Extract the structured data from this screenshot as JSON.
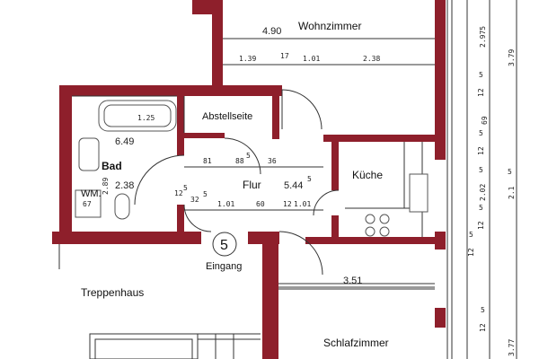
{
  "colors": {
    "wall": "#8e1f2b",
    "line": "#333333",
    "background": "#ffffff"
  },
  "rooms": {
    "wohnzimmer": "Wohnzimmer",
    "abstellseite": "Abstellseite",
    "bad": "Bad",
    "wm": "WM.",
    "flur": "Flur",
    "kueche": "Küche",
    "eingang": "Eingang",
    "eingang_number": "5",
    "treppenhaus": "Treppenhaus",
    "schlafzimmer": "Schlafzimmer"
  },
  "dimensions": {
    "wohn_width": "4.90",
    "wohn_seg1": "1.39",
    "wohn_seg2": "17",
    "wohn_seg3": "1.01",
    "wohn_seg4": "2.38",
    "bad_area": "6.49",
    "bad_length": "2.89",
    "bad_width": "2.38",
    "bad_seg1": "1.25",
    "wm_seg": "67",
    "flur_area": "5.44",
    "flur_sup": "5",
    "flur_seg1": "81",
    "flur_seg2": "88",
    "flur_seg2_sup": "5",
    "flur_seg3": "36",
    "flur_left": "12",
    "flur_left_sup": "5",
    "flur_32": "32",
    "flur_32_sup": "5",
    "flur_bottom1": "1.01",
    "flur_bottom2": "60",
    "flur_bottom3": "12",
    "flur_bottom4": "1.01",
    "schlaf_width": "3.51",
    "right_2975": "2.975",
    "right_379": "3.79",
    "right_125a": "12",
    "right_125a_sup": "5",
    "right_69": "69",
    "right_125b": "12",
    "right_125b_sup": "5",
    "right_2025": "2.02",
    "right_2025_sup": "5",
    "right_215": "2.1",
    "right_215_sup": "5",
    "right_125c": "12",
    "right_125c_sup": "5",
    "right_125d": "12",
    "right_125d_sup": "5",
    "right_125e": "12",
    "right_125e_sup": "5",
    "right_377": "3.77"
  }
}
